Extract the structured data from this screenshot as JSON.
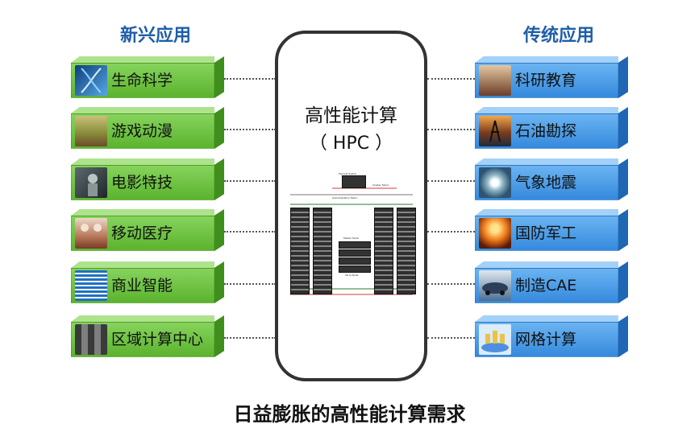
{
  "left_header": "新兴应用",
  "right_header": "传统应用",
  "center": {
    "title": "高性能计算",
    "subtitle": "（ HPC ）",
    "cluster_labels": [
      "Myrinet Switch",
      "Cluster Fabric",
      "Administration Fabric",
      "Master Node",
      "I/O & Node"
    ]
  },
  "caption": "日益膨胀的高性能计算需求",
  "colors": {
    "green": "#6cc23e",
    "blue": "#4a9be6",
    "title_blue": "#1f5ea8"
  },
  "left_items": [
    {
      "label": "生命科学",
      "icon": "dna-icon"
    },
    {
      "label": "游戏动漫",
      "icon": "landscape-icon"
    },
    {
      "label": "电影特技",
      "icon": "film-icon"
    },
    {
      "label": "移动医疗",
      "icon": "medical-icon"
    },
    {
      "label": "商业智能",
      "icon": "ibm-logo-icon"
    },
    {
      "label": "区域计算中心",
      "icon": "datacenter-icon"
    }
  ],
  "right_items": [
    {
      "label": "科研教育",
      "icon": "research-icon"
    },
    {
      "label": "石油勘探",
      "icon": "oil-rig-icon"
    },
    {
      "label": "气象地震",
      "icon": "weather-icon"
    },
    {
      "label": "国防军工",
      "icon": "explosion-icon"
    },
    {
      "label": "制造CAE",
      "icon": "car-icon"
    },
    {
      "label": "网格计算",
      "icon": "grid-icon"
    }
  ]
}
